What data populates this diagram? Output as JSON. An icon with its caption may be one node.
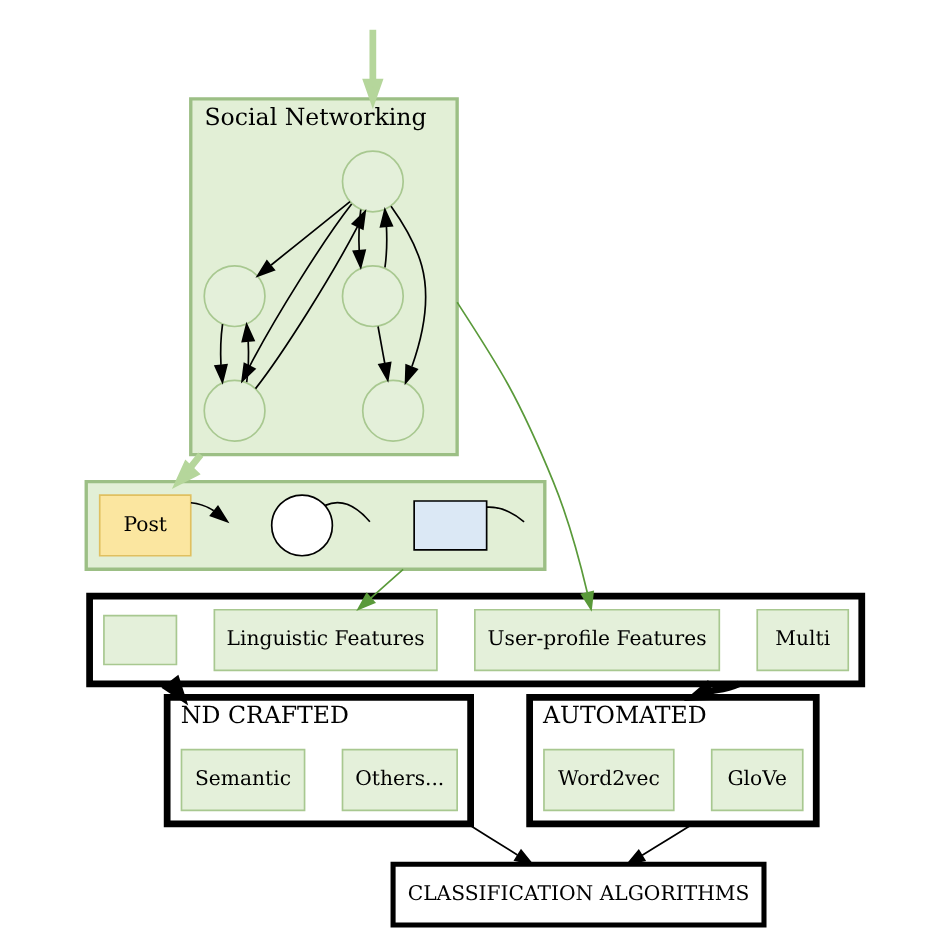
{
  "diagram": {
    "nodes": [
      {
        "text": [
          "Social Networking"
        ]
      },
      {
        "text": [],
        "shape": "circle",
        "in": 0
      },
      {
        "text": [],
        "shape": "circle",
        "in": 0
      },
      {
        "text": [],
        "shape": "circle",
        "in": 0
      },
      {
        "text": [],
        "shape": "circle",
        "in": 0
      },
      {
        "text": [],
        "shape": "circle",
        "in": 0
      },
      {
        "text": [],
        "shape": "box"
      },
      {
        "text": [
          "Post"
        ],
        "in": 6
      },
      {
        "text": [],
        "shape": "circle",
        "in": 6
      },
      {
        "text": [],
        "shape": "box",
        "in": 6
      },
      {
        "text": [],
        "shape": "box"
      },
      {
        "text": [],
        "shape": "box",
        "in": 10
      },
      {
        "text": [
          "User-profile Features"
        ],
        "in": 10
      },
      {
        "text": [
          "Linguistic Features"
        ],
        "in": 10
      },
      {
        "text": [
          "Multi"
        ],
        "in": 10
      },
      {
        "text": [
          "ND CRAFTED"
        ]
      },
      {
        "text": [
          "Semantic"
        ],
        "in": 15
      },
      {
        "text": [
          "Others..."
        ],
        "in": 15
      },
      {
        "text": [
          "AUTOMATED"
        ]
      },
      {
        "text": [
          "Word2vec"
        ],
        "in": 18
      },
      {
        "text": [
          "GloVe"
        ],
        "in": 18
      },
      {
        "text": [
          "CLASSIFICATION ALGORITHMS"
        ]
      }
    ],
    "edges": [
      {
        "from": null,
        "to": 0,
        "arrow": "to",
        "style": "thick",
        "color": "#b5d69b"
      },
      {
        "from": 0,
        "to": 6,
        "arrow": "to",
        "style": "thick",
        "color": "#b5d69b"
      },
      {
        "from": 1,
        "to": 2,
        "arrow": "to"
      },
      {
        "from": 1,
        "to": 3,
        "arrow": "to"
      },
      {
        "from": 1,
        "to": 4,
        "arrow": "to"
      },
      {
        "from": 4,
        "to": 1,
        "arrow": "to"
      },
      {
        "from": 4,
        "to": 2,
        "arrow": "to"
      },
      {
        "from": 1,
        "to": 5,
        "arrow": "to"
      },
      {
        "from": 5,
        "to": 1,
        "arrow": "to"
      },
      {
        "from": 5,
        "to": 3,
        "arrow": "to"
      },
      {
        "from": 3,
        "to": 5,
        "arrow": "to"
      },
      {
        "from": 7,
        "to": null,
        "arrow": "to"
      },
      {
        "from": 8,
        "to": null,
        "arrow": "none"
      },
      {
        "from": 9,
        "to": null,
        "arrow": "none"
      },
      {
        "from": 0,
        "to": 12,
        "arrow": "to",
        "color": "#5a9a3a"
      },
      {
        "from": 6,
        "to": 13,
        "arrow": "to",
        "color": "#5a9a3a"
      },
      {
        "from": 10,
        "to": 15,
        "arrow": "to",
        "style": "thick"
      },
      {
        "from": 10,
        "to": 18,
        "arrow": "to",
        "style": "thick"
      },
      {
        "from": 15,
        "to": 21,
        "arrow": "to"
      },
      {
        "from": 18,
        "to": 21,
        "arrow": "to"
      }
    ]
  }
}
